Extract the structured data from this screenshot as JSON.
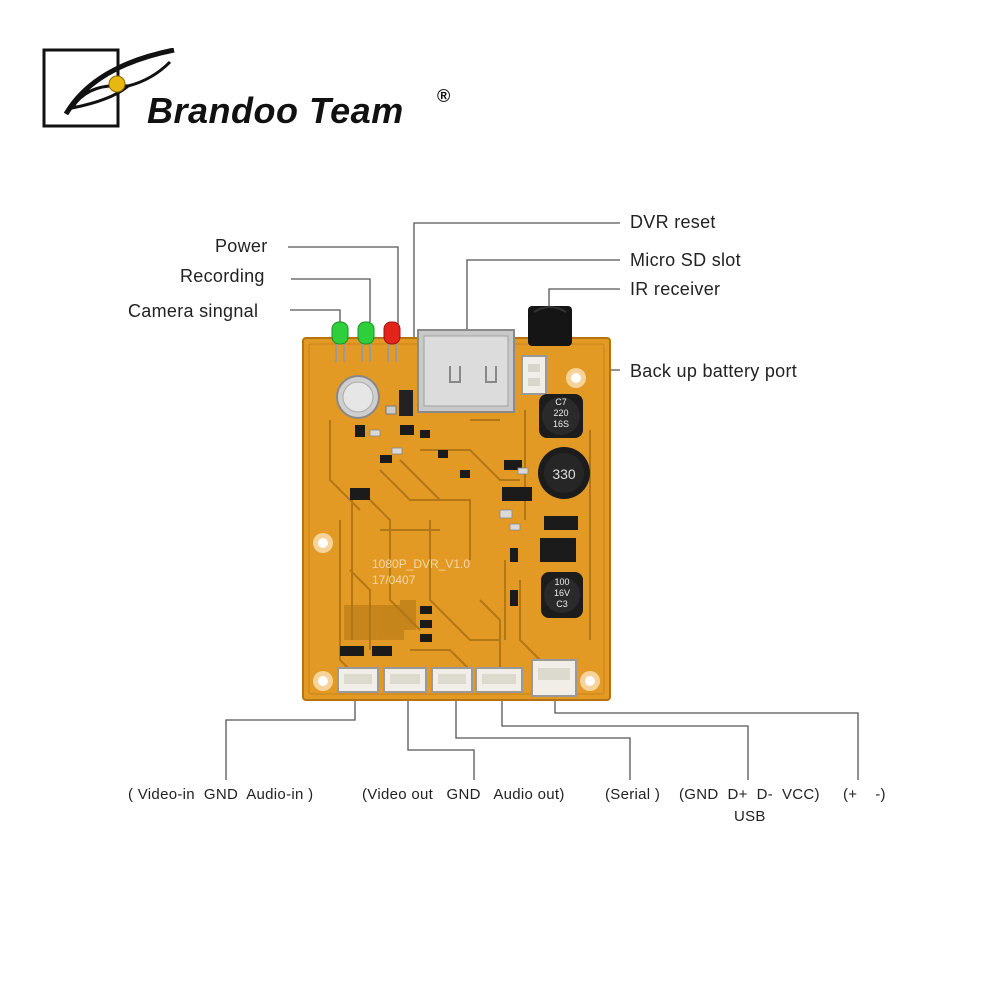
{
  "brand": {
    "name": "Brandoo Team",
    "mark": "®"
  },
  "board": {
    "silk_model": "1080P_DVR_V1.0",
    "silk_date": "17/0407"
  },
  "components": {
    "cap1": [
      "C7",
      "220",
      "16S"
    ],
    "inductor": "330",
    "cap2": [
      "100",
      "16V",
      "C3"
    ]
  },
  "callouts": {
    "dvr_reset": "DVR reset",
    "micro_sd": "Micro SD slot",
    "ir_receiver": "IR receiver",
    "power": "Power",
    "recording": "Recording",
    "camera_signal": "Camera singnal",
    "backup_battery": "Back up battery port"
  },
  "ports": {
    "video_in": "( Video-in  GND  Audio-in )",
    "video_out": "(Video out   GND   Audio out)",
    "serial": "(Serial )",
    "usb": "(GND  D+  D-  VCC)",
    "usb_caption": "USB",
    "power": "(+    -)"
  },
  "colors": {
    "pcb": "#e39a25",
    "pcb_dark": "#c47e12",
    "trace": "#b07414",
    "led_green": "#2fcf3c",
    "led_red": "#e2241a"
  }
}
